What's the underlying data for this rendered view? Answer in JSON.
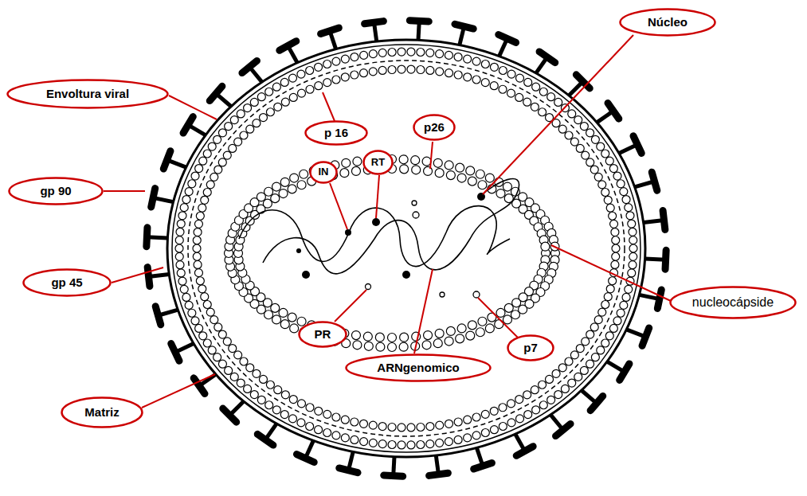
{
  "diagram": {
    "nodes": [
      {
        "text": [
          "Envoltura viral"
        ]
      },
      {
        "text": [
          "Núcleo"
        ]
      },
      {
        "text": [
          "p 16"
        ]
      },
      {
        "text": [
          "p26"
        ]
      },
      {
        "text": [
          "IN"
        ]
      },
      {
        "text": [
          "RT"
        ]
      },
      {
        "text": [
          "gp 90"
        ]
      },
      {
        "text": [
          "gp 45"
        ]
      },
      {
        "text": [
          "nucleocápside"
        ]
      },
      {
        "text": [
          "PR"
        ]
      },
      {
        "text": [
          "p7"
        ]
      },
      {
        "text": [
          "ARNgenomico"
        ]
      },
      {
        "text": [
          "Matriz"
        ]
      }
    ]
  }
}
